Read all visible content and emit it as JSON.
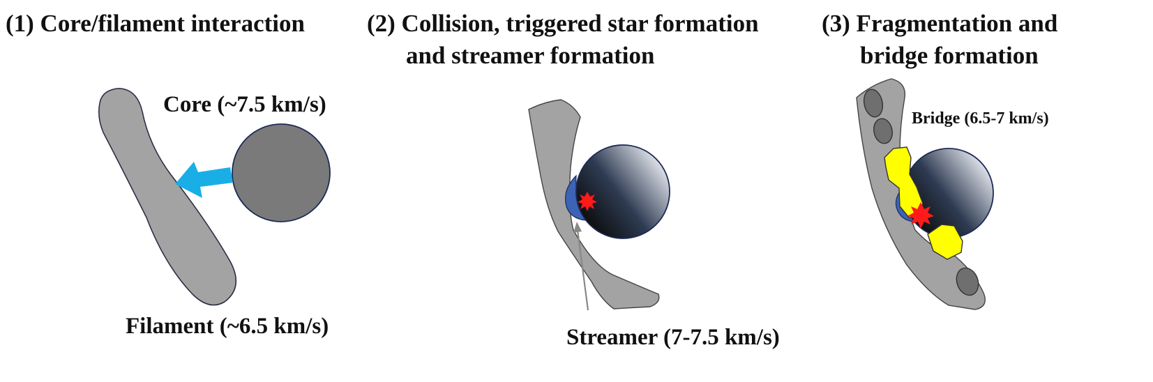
{
  "panels": [
    {
      "title_lines": [
        "(1) Core/filament interaction"
      ],
      "labels": {
        "core": "Core (~7.5 km/s)",
        "filament": "Filament (~6.5 km/s)"
      }
    },
    {
      "title_lines": [
        "(2) Collision, triggered star formation",
        "and streamer formation"
      ],
      "labels": {
        "streamer": "Streamer (7-7.5 km/s)"
      }
    },
    {
      "title_lines": [
        "(3) Fragmentation and",
        "bridge formation"
      ],
      "labels": {
        "bridge": "Bridge (6.5-7 km/s)"
      }
    }
  ],
  "colors": {
    "filament": "#a3a3a3",
    "core_flat": "#7a7a7a",
    "arrow": "#19aee6",
    "star": "#ff1a1a",
    "bridge": "#ffff00",
    "cavity": "#3d63b5",
    "outline": "#1c2a55"
  }
}
